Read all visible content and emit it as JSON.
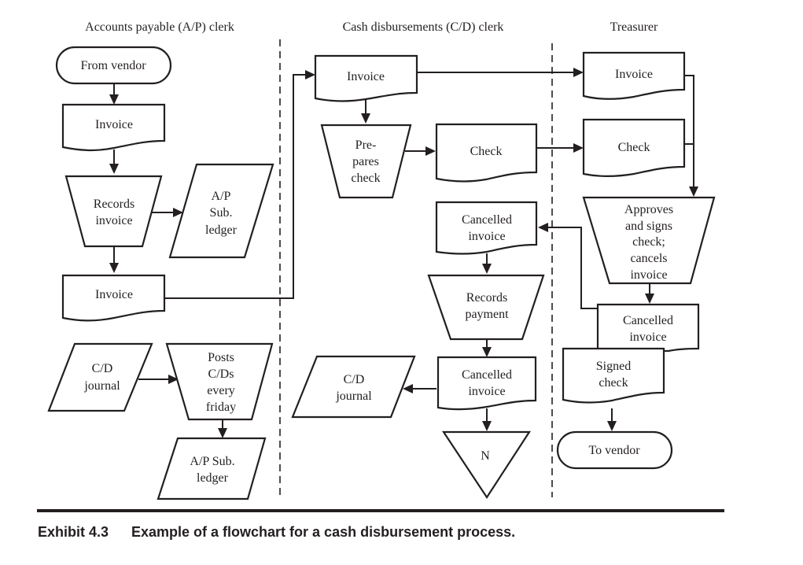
{
  "swimlanes": [
    {
      "label": "Accounts payable (A/P) clerk"
    },
    {
      "label": "Cash disbursements (C/D) clerk"
    },
    {
      "label": "Treasurer"
    }
  ],
  "nodes": {
    "from_vendor": {
      "type": "terminal",
      "lines": [
        "From vendor"
      ]
    },
    "ap_invoice_1": {
      "type": "document",
      "lines": [
        "Invoice"
      ]
    },
    "records_invoice": {
      "type": "manual-operation",
      "lines": [
        "Records",
        "invoice"
      ]
    },
    "ap_sub_ledger_1": {
      "type": "data",
      "lines": [
        "A/P",
        "Sub.",
        "ledger"
      ]
    },
    "ap_invoice_2": {
      "type": "document",
      "lines": [
        "Invoice"
      ]
    },
    "cd_journal_1": {
      "type": "data",
      "lines": [
        "C/D",
        "journal"
      ]
    },
    "posts_cds": {
      "type": "manual-operation",
      "lines": [
        "Posts",
        "C/Ds",
        "every",
        "friday"
      ]
    },
    "ap_sub_ledger_2": {
      "type": "data",
      "lines": [
        "A/P Sub.",
        "ledger"
      ]
    },
    "cd_invoice": {
      "type": "document",
      "lines": [
        "Invoice"
      ]
    },
    "prepares_check": {
      "type": "manual-operation",
      "lines": [
        "Pre-",
        "pares",
        "check"
      ]
    },
    "cd_check": {
      "type": "document",
      "lines": [
        "Check"
      ]
    },
    "cd_cancelled_invoice_1": {
      "type": "document",
      "lines": [
        "Cancelled",
        "invoice"
      ]
    },
    "records_payment": {
      "type": "manual-operation",
      "lines": [
        "Records",
        "payment"
      ]
    },
    "cd_cancelled_invoice_2": {
      "type": "document",
      "lines": [
        "Cancelled",
        "invoice"
      ]
    },
    "cd_journal_2": {
      "type": "data",
      "lines": [
        "C/D",
        "journal"
      ]
    },
    "offline_file": {
      "type": "offline-storage",
      "lines": [
        "N"
      ]
    },
    "tr_invoice": {
      "type": "document",
      "lines": [
        "Invoice"
      ]
    },
    "tr_check": {
      "type": "document",
      "lines": [
        "Check"
      ]
    },
    "approves": {
      "type": "manual-operation",
      "lines": [
        "Approves",
        "and signs",
        "check;",
        "cancels",
        "invoice"
      ]
    },
    "tr_cancelled_invoice": {
      "type": "document",
      "lines": [
        "Cancelled",
        "invoice"
      ]
    },
    "signed_check": {
      "type": "document",
      "lines": [
        "Signed",
        "check"
      ]
    },
    "to_vendor": {
      "type": "terminal",
      "lines": [
        "To vendor"
      ]
    }
  },
  "edges": [
    [
      "from_vendor",
      "ap_invoice_1"
    ],
    [
      "ap_invoice_1",
      "records_invoice"
    ],
    [
      "records_invoice",
      "ap_sub_ledger_1"
    ],
    [
      "records_invoice",
      "ap_invoice_2"
    ],
    [
      "ap_invoice_2",
      "cd_invoice"
    ],
    [
      "cd_journal_1",
      "posts_cds"
    ],
    [
      "posts_cds",
      "ap_sub_ledger_2"
    ],
    [
      "cd_invoice",
      "prepares_check"
    ],
    [
      "cd_invoice",
      "tr_invoice"
    ],
    [
      "prepares_check",
      "cd_check"
    ],
    [
      "cd_check",
      "tr_check"
    ],
    [
      "tr_invoice",
      "approves"
    ],
    [
      "tr_check",
      "approves"
    ],
    [
      "approves",
      "tr_cancelled_invoice"
    ],
    [
      "tr_cancelled_invoice",
      "cd_cancelled_invoice_1"
    ],
    [
      "cd_cancelled_invoice_1",
      "records_payment"
    ],
    [
      "records_payment",
      "cd_cancelled_invoice_2"
    ],
    [
      "cd_cancelled_invoice_2",
      "cd_journal_2"
    ],
    [
      "cd_cancelled_invoice_2",
      "offline_file"
    ],
    [
      "signed_check",
      "to_vendor"
    ]
  ],
  "caption": {
    "number": "Exhibit 4.3",
    "text": "Example of a flowchart for a cash disbursement process."
  }
}
